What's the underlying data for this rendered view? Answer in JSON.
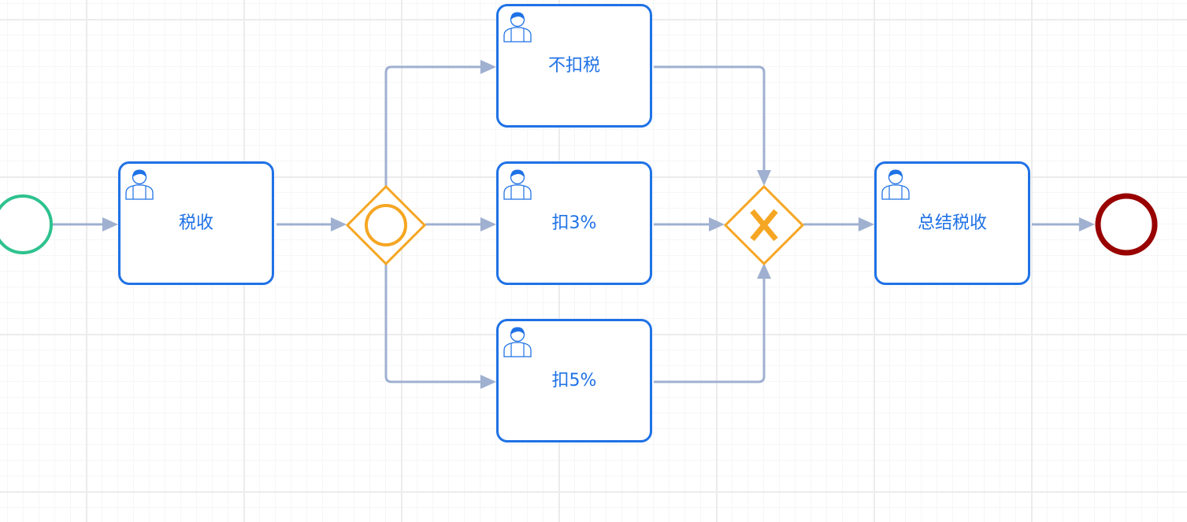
{
  "diagram": {
    "start_event": "start-event",
    "end_event": "end-event",
    "tasks": [
      {
        "id": "tax",
        "label": "税收"
      },
      {
        "id": "no_tax",
        "label": "不扣税"
      },
      {
        "id": "tax3",
        "label": "扣3%"
      },
      {
        "id": "tax5",
        "label": "扣5%"
      },
      {
        "id": "summary",
        "label": "总结税收"
      }
    ],
    "gateways": [
      {
        "id": "split",
        "kind": "inclusive"
      },
      {
        "id": "join",
        "kind": "exclusive"
      }
    ],
    "flows": [
      [
        "start-event",
        "tax"
      ],
      [
        "tax",
        "split"
      ],
      [
        "split",
        "no_tax"
      ],
      [
        "split",
        "tax3"
      ],
      [
        "split",
        "tax5"
      ],
      [
        "no_tax",
        "join"
      ],
      [
        "tax3",
        "join"
      ],
      [
        "tax5",
        "join"
      ],
      [
        "join",
        "summary"
      ],
      [
        "summary",
        "end-event"
      ]
    ],
    "colors": {
      "task_border": "#1f72e6",
      "gateway": "#f5a623",
      "start_event": "#2ec28e",
      "end_event": "#990000",
      "flow": "#9fb0d0",
      "grid": "#ececec"
    },
    "icons": {
      "task": "user-icon",
      "exclusive_gateway": "x-mark-icon",
      "inclusive_gateway": "circle-icon"
    }
  }
}
